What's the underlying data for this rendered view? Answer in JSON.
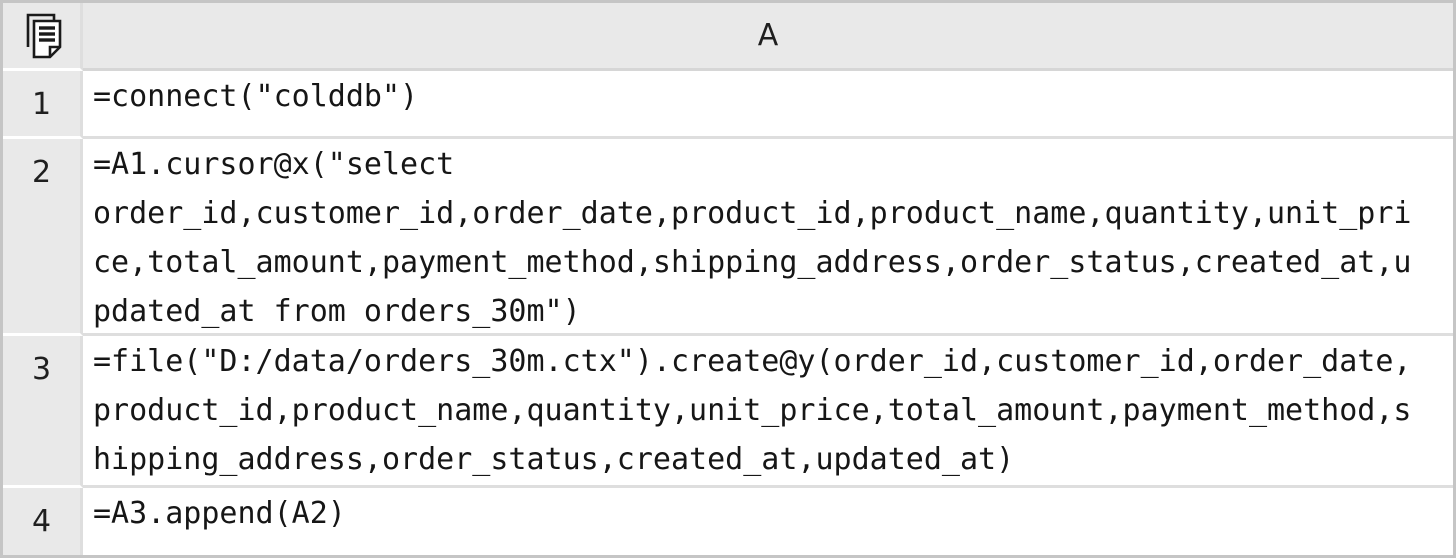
{
  "grid": {
    "corner_icon": "copy-pages-icon",
    "column_header": "A",
    "rows": [
      {
        "number": "1",
        "formula": "=connect(\"colddb\")"
      },
      {
        "number": "2",
        "formula": "=A1.cursor@x(\"select order_id,customer_id,order_date,product_id,product_name,quantity,unit_price,total_amount,payment_method,shipping_address,order_status,created_at,updated_at from orders_30m\")"
      },
      {
        "number": "3",
        "formula": "=file(\"D:/data/orders_30m.ctx\").create@y(order_id,customer_id,order_date,product_id,product_name,quantity,unit_price,total_amount,payment_method,shipping_address,order_status,created_at,updated_at)"
      },
      {
        "number": "4",
        "formula": "=A3.append(A2)"
      }
    ]
  },
  "colors": {
    "gutter_bg": "#e9e9e9",
    "outer_border": "#c5c5c5",
    "separator": "#dedede",
    "text": "#1c1c1c"
  }
}
